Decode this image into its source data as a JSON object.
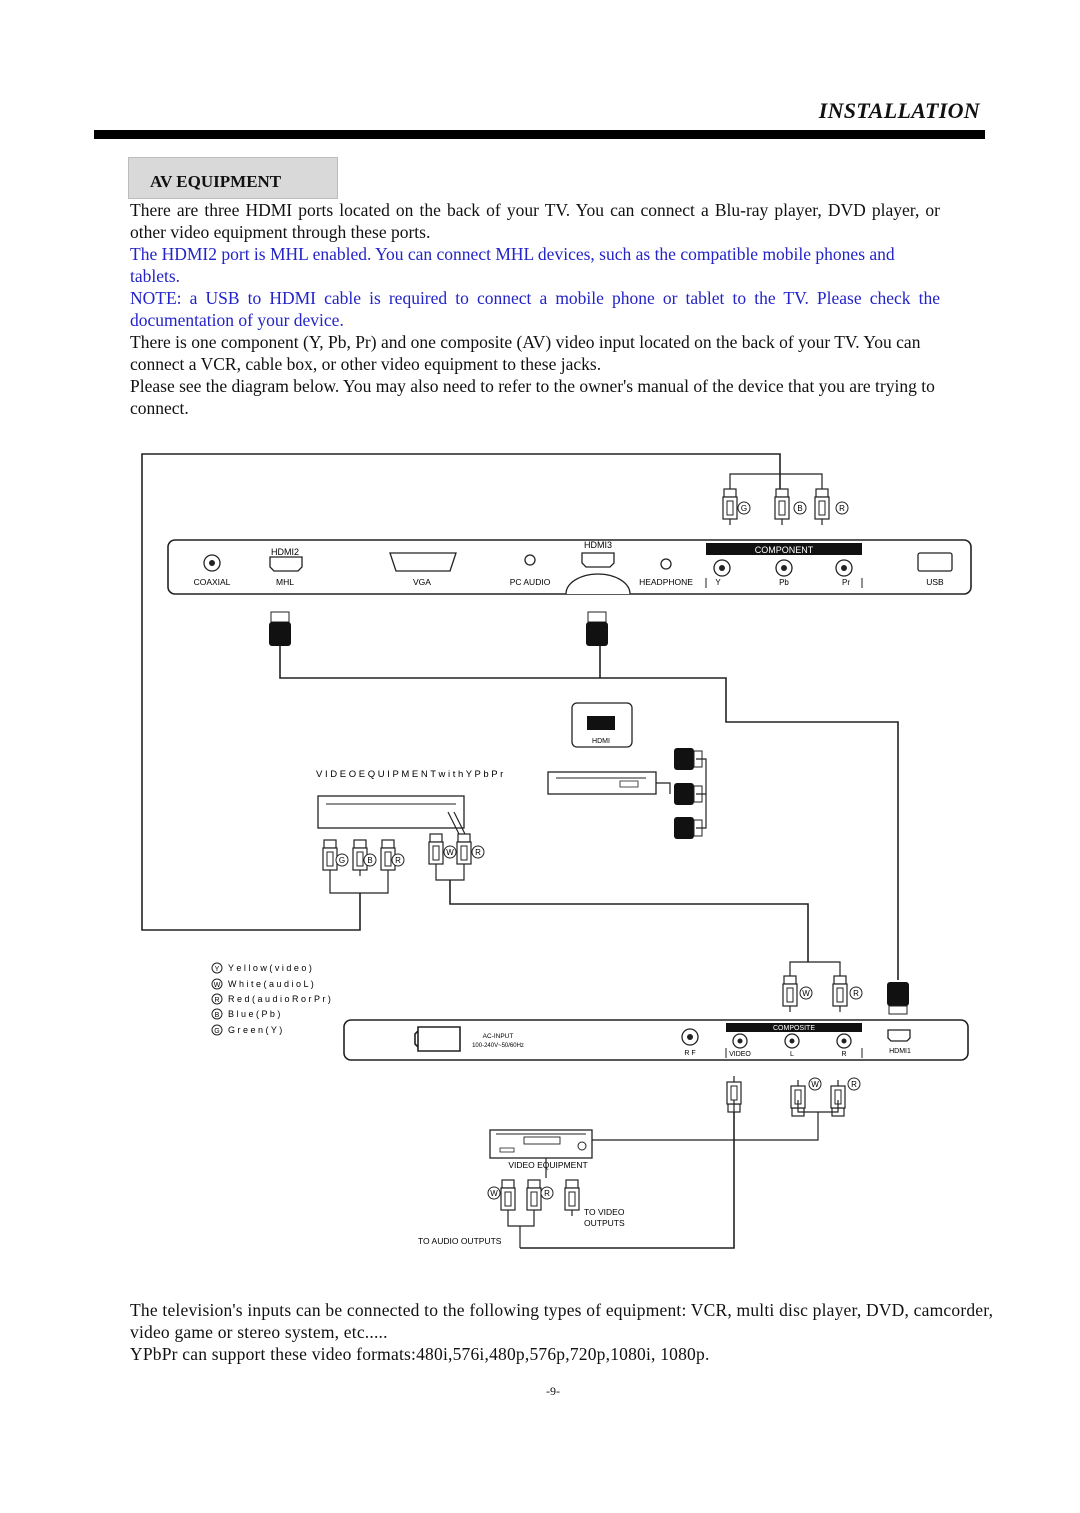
{
  "header": {
    "title": "INSTALLATION"
  },
  "section": {
    "title": "AV EQUIPMENT"
  },
  "paragraphs": {
    "p1": "There are three HDMI ports located on the back of your TV. You can connect a Blu-ray player, DVD player, or other video equipment through these ports.",
    "p2": "The HDMI2 port is MHL enabled. You can connect MHL devices, such as the compatible mobile phones and tablets.",
    "p3": "NOTE: a USB to HDMI cable is required to connect a mobile phone or tablet to the TV. Please check the documentation of your device.",
    "p4": "There is one component (Y, Pb, Pr) and one composite (AV) video input located on the back of your TV. You can connect a VCR, cable box, or other video equipment to these jacks.",
    "p5": "Please see the diagram below. You may also need to refer to the owner's manual of the device that you are trying to connect."
  },
  "diagram": {
    "top_panel": {
      "hdmi2": "HDMI2",
      "hdmi3": "HDMI3",
      "component": "COMPONENT",
      "coaxial": "COAXIAL",
      "mhl": "MHL",
      "vga": "VGA",
      "pc_audio": "PC AUDIO",
      "headphone": "HEADPHONE",
      "y": "Y",
      "pb": "Pb",
      "pr": "Pr",
      "usb": "USB"
    },
    "plugs": {
      "g": "G",
      "b": "B",
      "r": "R",
      "w": "W"
    },
    "hdmi_device_label": "HDMI",
    "video_equipment_ypbpr": "V I D E O   E Q U I P M E N T   w i t h   Y P b P r",
    "legend": {
      "y": "Y e l l o w   ( v i d e o )",
      "w": "W h i t e ( a u d i o   L )",
      "r": "R e d ( a u d i o   R   o r   P r )",
      "b": "B l u e ( P b )",
      "g": "G r e e n ( Y )",
      "y_letter": "Y",
      "w_letter": "W",
      "r_letter": "R",
      "b_letter": "B",
      "g_letter": "G"
    },
    "bottom_panel": {
      "ac_input": "AC-INPUT",
      "ac_spec": "100-240V~50/60Hz",
      "composite": "COMPOSITE",
      "rf": "R F",
      "video": "VIDEO",
      "l": "L",
      "r": "R",
      "hdmi1": "HDMI1"
    },
    "video_equipment": "VIDEO  EQUIPMENT",
    "to_video_outputs_1": "TO  VIDEO",
    "to_video_outputs_2": "OUTPUTS",
    "to_audio_outputs": "TO AUDIO  OUTPUTS"
  },
  "footer": {
    "p1": "The television's inputs can be connected to the following types of equipment: VCR, multi disc player, DVD, camcorder, video game or stereo system, etc.....",
    "p2": "YPbPr can support these video formats:480i,576i,480p,576p,720p,1080i, 1080p."
  },
  "page_number": "-9-",
  "colors": {
    "note_text": "#2323c8",
    "header_rule": "#000000",
    "section_tab": "#d9d9d9"
  }
}
